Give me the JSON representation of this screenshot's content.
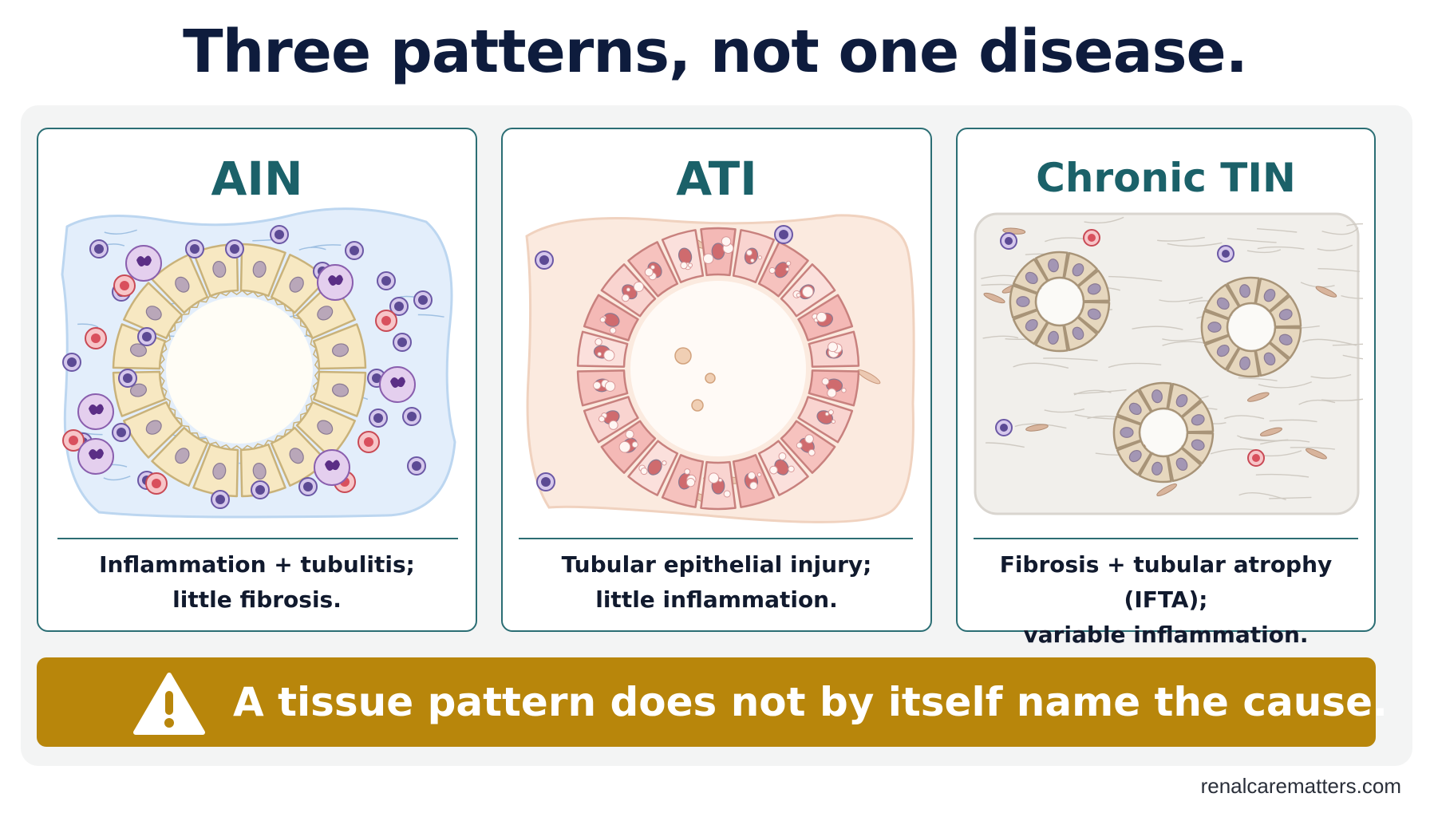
{
  "title": "Three patterns, not one disease.",
  "panels": [
    {
      "title": "AIN",
      "caption_line1": "Inflammation + tubulitis;",
      "caption_line2": "little fibrosis."
    },
    {
      "title": "ATI",
      "caption_line1": "Tubular epithelial injury;",
      "caption_line2": "little inflammation."
    },
    {
      "title": "Chronic TIN",
      "caption_line1": "Fibrosis + tubular atrophy (IFTA);",
      "caption_line2": "variable inflammation."
    }
  ],
  "warning": {
    "icon": "warning-triangle-icon",
    "text": "A tissue pattern does not by itself name the cause."
  },
  "footer": {
    "url": "renalcarematters.com"
  },
  "colors": {
    "title": "#0e1c3d",
    "panel_border": "#2b6e74",
    "panel_title": "#1b6169",
    "banner": "#b8860b",
    "banner_text": "#ffffff"
  }
}
